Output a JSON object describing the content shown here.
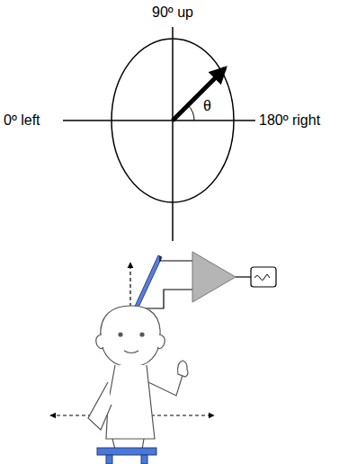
{
  "diagram": {
    "labels": [
      "90º up",
      "0º left",
      "180º right",
      "θ"
    ]
  }
}
